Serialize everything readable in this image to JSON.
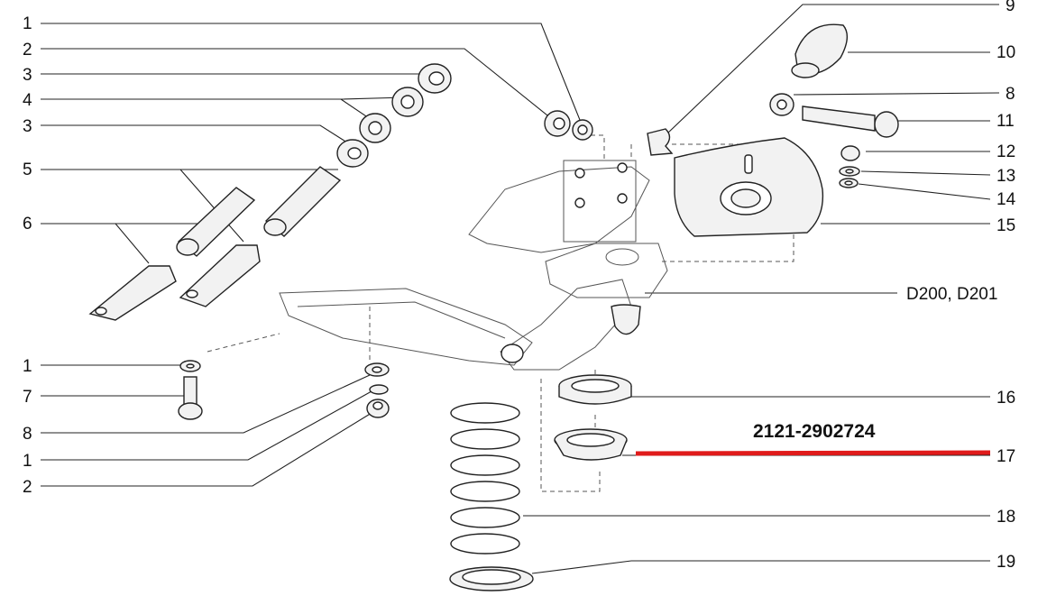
{
  "callouts": {
    "c1a": "1",
    "c2a": "2",
    "c3a": "3",
    "c4": "4",
    "c3b": "3",
    "c5": "5",
    "c6": "6",
    "c1b": "1",
    "c7": "7",
    "c8a": "8",
    "c1c": "1",
    "c2b": "2",
    "c9": "9",
    "c10": "10",
    "c8b": "8",
    "c11": "11",
    "c12": "12",
    "c13": "13",
    "c14": "14",
    "c15": "15",
    "cD": "D200, D201",
    "c16": "16",
    "c17": "17",
    "c18": "18",
    "c19": "19"
  },
  "highlight": {
    "part_number": "2121-2902724",
    "color": "#e01b1b"
  }
}
